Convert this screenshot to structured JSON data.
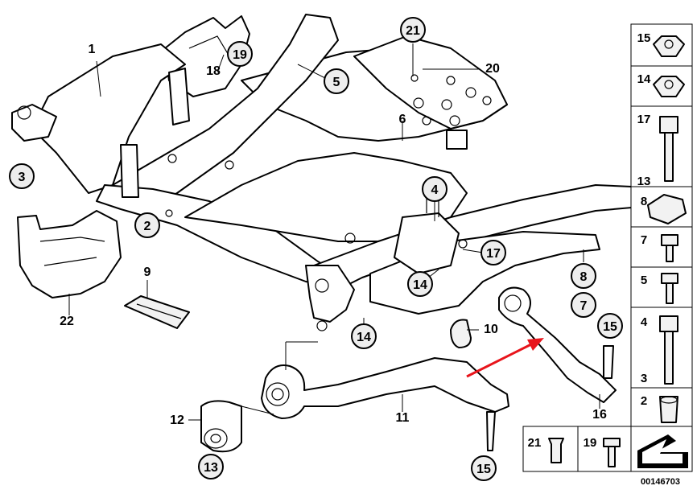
{
  "diagram": {
    "circled_callouts": [
      {
        "id": "c21",
        "label": "21"
      },
      {
        "id": "c19",
        "label": "19"
      },
      {
        "id": "c5",
        "label": "5"
      },
      {
        "id": "c3",
        "label": "3"
      },
      {
        "id": "c2",
        "label": "2"
      },
      {
        "id": "c4",
        "label": "4"
      },
      {
        "id": "c17",
        "label": "17"
      },
      {
        "id": "c14a",
        "label": "14"
      },
      {
        "id": "c14b",
        "label": "14"
      },
      {
        "id": "c8",
        "label": "8"
      },
      {
        "id": "c7",
        "label": "7"
      },
      {
        "id": "c15a",
        "label": "15"
      },
      {
        "id": "c13",
        "label": "13"
      },
      {
        "id": "c15b",
        "label": "15"
      }
    ],
    "plain_callouts": [
      {
        "id": "p1",
        "label": "1"
      },
      {
        "id": "p18",
        "label": "18"
      },
      {
        "id": "p20",
        "label": "20"
      },
      {
        "id": "p6",
        "label": "6"
      },
      {
        "id": "p9",
        "label": "9"
      },
      {
        "id": "p22",
        "label": "22"
      },
      {
        "id": "p10",
        "label": "10"
      },
      {
        "id": "p12",
        "label": "12"
      },
      {
        "id": "p11",
        "label": "11"
      },
      {
        "id": "p16",
        "label": "16"
      }
    ],
    "fastener_panel": [
      {
        "label": "15"
      },
      {
        "label": "14"
      },
      {
        "label": "17"
      },
      {
        "label": "13"
      },
      {
        "label": "8"
      },
      {
        "label": "7"
      },
      {
        "label": "5"
      },
      {
        "label": "4"
      },
      {
        "label": "3"
      },
      {
        "label": "2"
      }
    ],
    "bottom_panel": [
      {
        "label": "21"
      },
      {
        "label": "19"
      }
    ],
    "diagram_number": "00146703",
    "arrow_color": "#e8141b"
  }
}
